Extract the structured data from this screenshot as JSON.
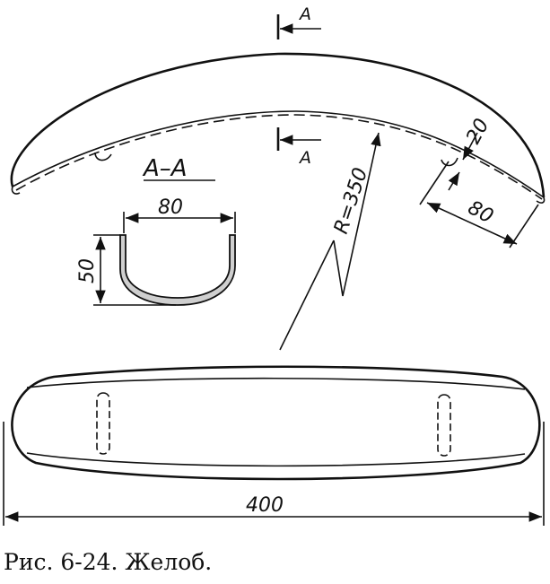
{
  "caption": "Рис. 6-24. Желоб.",
  "section_mark": "А",
  "section_title": "А–А",
  "dimensions": {
    "section_width": "80",
    "section_height": "50",
    "radius": "R=350",
    "thickness": "20",
    "width": "80",
    "length": "400"
  }
}
